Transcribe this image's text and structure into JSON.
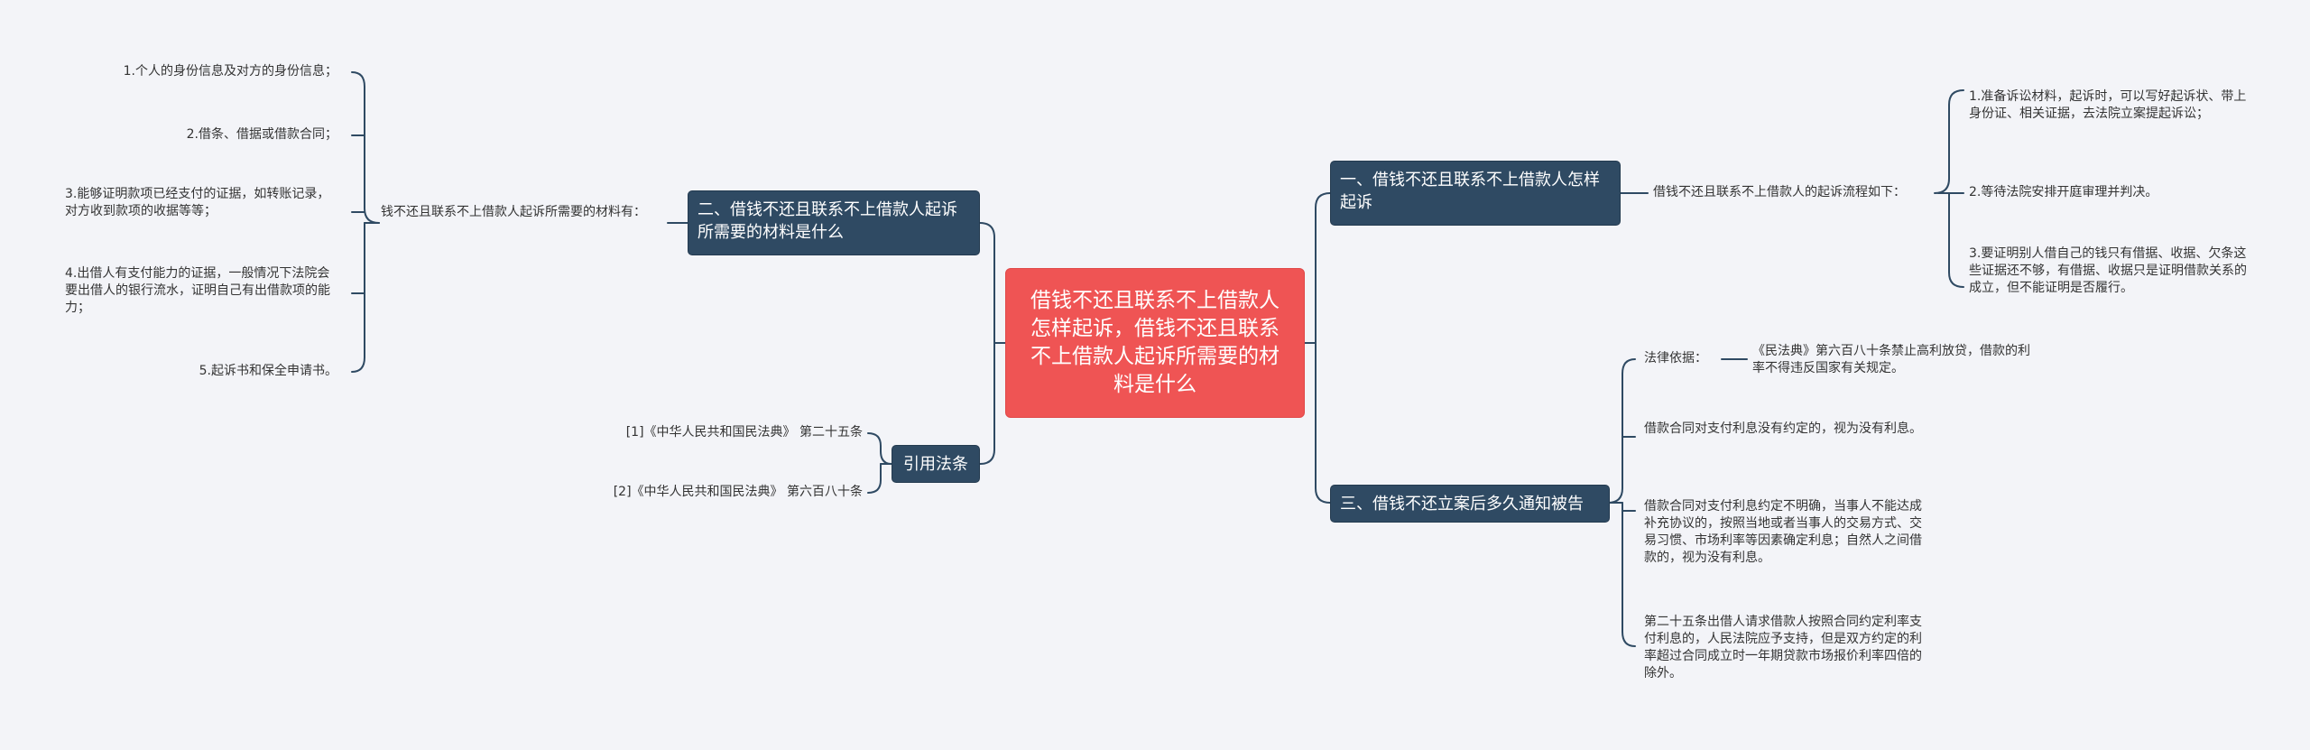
{
  "root": {
    "label": "借钱不还且联系不上借款人怎样起诉，借钱不还且联系不上借款人起诉所需要的材料是什么"
  },
  "branch1": {
    "label": "一、借钱不还且联系不上借款人怎样起诉",
    "sub": "借钱不还且联系不上借款人的起诉流程如下：",
    "items": [
      "1.准备诉讼材料，起诉时，可以写好起诉状、带上身份证、相关证据，去法院立案提起诉讼；",
      "2.等待法院安排开庭审理并判决。",
      "3.要证明别人借自己的钱只有借据、收据、欠条这些证据还不够，有借据、收据只是证明借款关系的成立，但不能证明是否履行。"
    ]
  },
  "branch2": {
    "label": "二、借钱不还且联系不上借款人起诉所需要的材料是什么",
    "sub": "钱不还且联系不上借款人起诉所需要的材料有：",
    "items": [
      "1.个人的身份信息及对方的身份信息；",
      "2.借条、借据或借款合同；",
      "3.能够证明款项已经支付的证据，如转账记录，对方收到款项的收据等等；",
      "4.出借人有支付能力的证据，一般情况下法院会要出借人的银行流水，证明自己有出借款项的能力；",
      "5.起诉书和保全申请书。"
    ]
  },
  "branch3": {
    "label": "三、借钱不还立案后多久通知被告",
    "legal_basis_label": "法律依据：",
    "legal_basis_text": "《民法典》第六百八十条禁止高利放贷，借款的利率不得违反国家有关规定。",
    "items": [
      "借款合同对支付利息没有约定的，视为没有利息。",
      "借款合同对支付利息约定不明确，当事人不能达成补充协议的，按照当地或者当事人的交易方式、交易习惯、市场利率等因素确定利息；自然人之间借款的，视为没有利息。",
      "第二十五条出借人请求借款人按照合同约定利率支付利息的，人民法院应予支持，但是双方约定的利率超过合同成立时一年期贷款市场报价利率四倍的除外。"
    ]
  },
  "branch4": {
    "label": "引用法条",
    "items": [
      "[1]《中华人民共和国民法典》 第二十五条",
      "[2]《中华人民共和国民法典》 第六百八十条"
    ]
  },
  "colors": {
    "background": "#f3f4f8",
    "root": "#ef5454",
    "branch": "#2f4a63",
    "line": "#2f4a63"
  }
}
